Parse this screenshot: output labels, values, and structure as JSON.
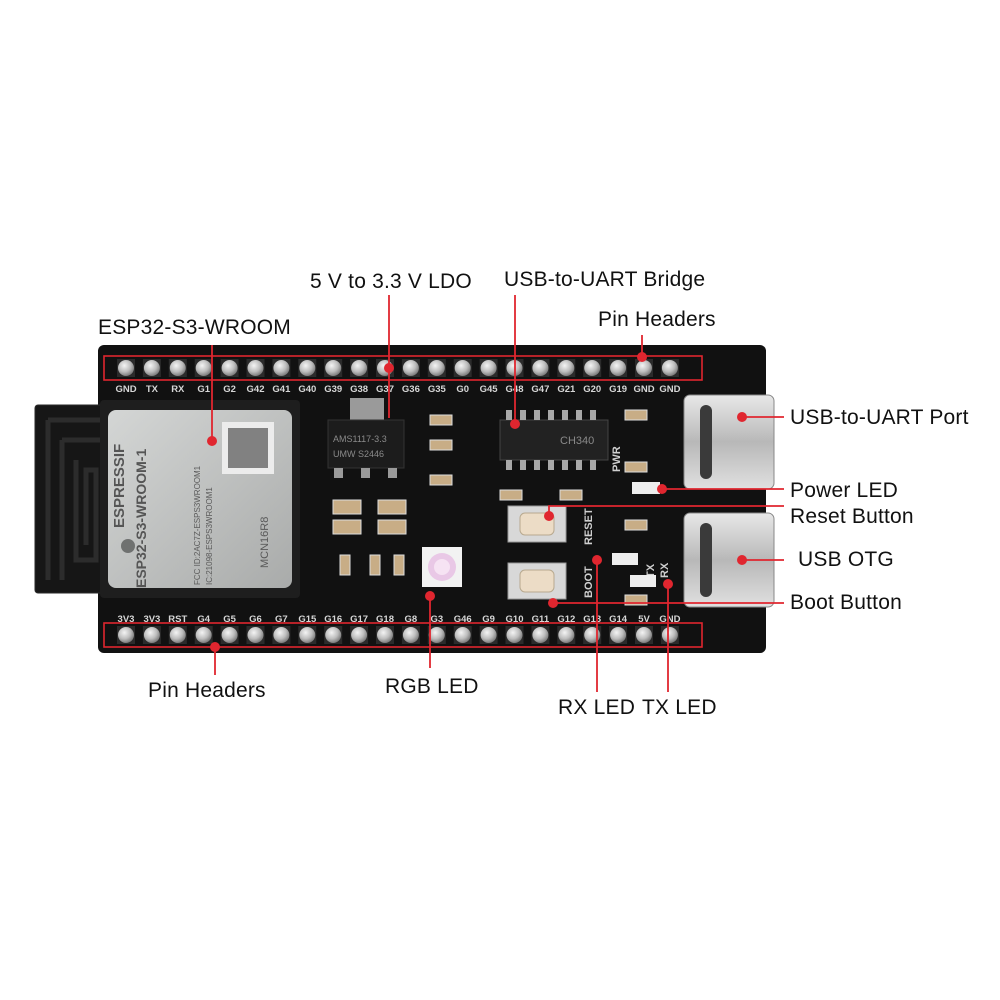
{
  "colors": {
    "background": "#ffffff",
    "board": "#111111",
    "pin_silver": "#c9c9c9",
    "callout_red": "#e0262f",
    "label_text": "#111111",
    "module_shield": "#c4c6c5"
  },
  "callouts": {
    "esp32_module": "ESP32-S3-WROOM",
    "ldo": "5 V to 3.3 V LDO",
    "uart_bridge": "USB-to-UART Bridge",
    "pin_headers_top": "Pin Headers",
    "uart_port": "USB-to-UART Port",
    "power_led": "Power LED",
    "reset_button": "Reset Button",
    "usb_otg": "USB OTG",
    "boot_button": "Boot Button",
    "pin_headers_bottom": "Pin Headers",
    "rgb_led": "RGB LED",
    "rx_led": "RX LED",
    "tx_led": "TX LED"
  },
  "pins_top": [
    "GND",
    "TX",
    "RX",
    "G1",
    "G2",
    "G42",
    "G41",
    "G40",
    "G39",
    "G38",
    "G37",
    "G36",
    "G35",
    "G0",
    "G45",
    "G48",
    "G47",
    "G21",
    "G20",
    "G19",
    "GND",
    "GND"
  ],
  "pins_bottom": [
    "3V3",
    "3V3",
    "RST",
    "G4",
    "G5",
    "G6",
    "G7",
    "G15",
    "G16",
    "G17",
    "G18",
    "G8",
    "G3",
    "G46",
    "G9",
    "G10",
    "G11",
    "G12",
    "G13",
    "G14",
    "5V",
    "GND"
  ],
  "module_text": {
    "brand": "ESPRESSIF",
    "model": "ESP32-S3-WROOM-1",
    "fcc": "FCC ID:2AC7Z-ESPS3WROOM1",
    "ic": "IC:21098-ESPS3WROOM1",
    "part": "MCN16R8"
  },
  "chip_text": {
    "ldo": "AMS1117-3.3",
    "ldo_code": "UMW S2446",
    "bridge": "CH340"
  },
  "board_silk": {
    "pwr": "PWR",
    "reset": "RESET",
    "boot": "BOOT",
    "tx": "TX",
    "rx": "RX"
  }
}
